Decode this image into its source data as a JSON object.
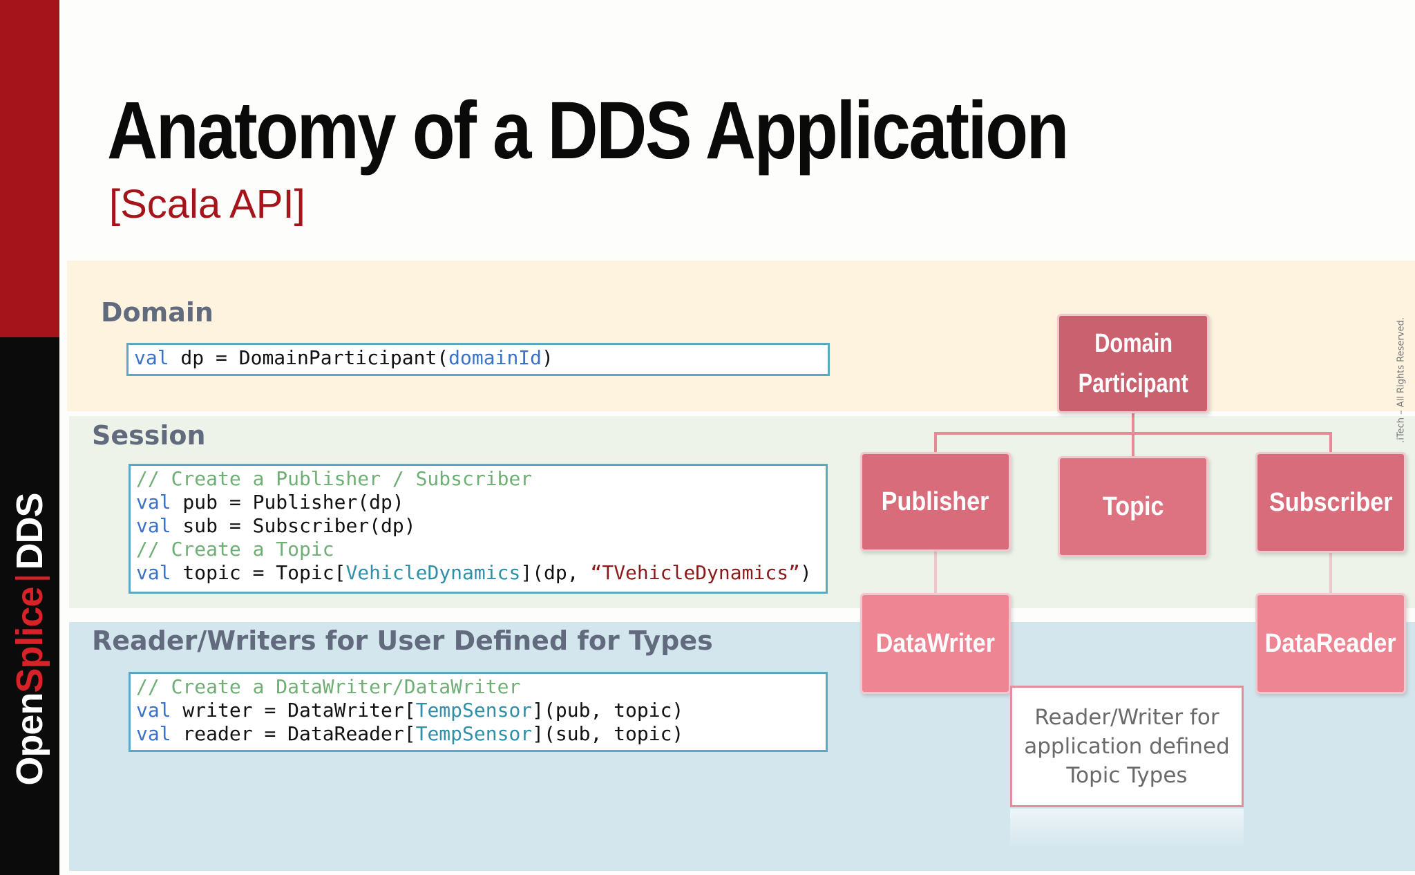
{
  "title": "Anatomy of a DDS Application",
  "subtitle": "[Scala API]",
  "brand": {
    "part1": "Open",
    "part2": "Splice",
    "separator": "|",
    "part3": "DDS"
  },
  "copyright": ".iTech – All Rights Reserved.",
  "colors": {
    "accent_red": "#a5131b",
    "domain_band": "#fdf3df",
    "session_band": "#edf3e8",
    "rw_band": "#d4e6ed",
    "code_border": "#5aa8c4",
    "keyword": "#3b72c6",
    "type": "#2f8fa8",
    "comment": "#6fae75",
    "string": "#8b1a1a"
  },
  "sections": {
    "domain": {
      "label": "Domain",
      "code": [
        [
          [
            "keyword",
            "val"
          ],
          [
            "plain",
            " dp = DomainParticipant("
          ],
          [
            "keyword",
            "domainId"
          ],
          [
            "plain",
            ")"
          ]
        ]
      ]
    },
    "session": {
      "label": "Session",
      "code": [
        [
          [
            "comment",
            "// Create a Publisher / Subscriber"
          ]
        ],
        [
          [
            "keyword",
            "val"
          ],
          [
            "plain",
            " pub = Publisher(dp)"
          ]
        ],
        [
          [
            "keyword",
            "val"
          ],
          [
            "plain",
            " sub = Subscriber(dp)"
          ]
        ],
        [
          [
            "comment",
            "// Create a Topic"
          ]
        ],
        [
          [
            "keyword",
            "val"
          ],
          [
            "plain",
            " topic = Topic["
          ],
          [
            "type",
            "VehicleDynamics"
          ],
          [
            "plain",
            "](dp, "
          ],
          [
            "string",
            "“TVehicleDynamics”"
          ],
          [
            "plain",
            ")"
          ]
        ]
      ]
    },
    "readers_writers": {
      "label": "Reader/Writers for User Defined for Types",
      "code": [
        [
          [
            "comment",
            "// Create a DataWriter/DataWriter"
          ]
        ],
        [
          [
            "keyword",
            "val"
          ],
          [
            "plain",
            " writer = DataWriter["
          ],
          [
            "type",
            "TempSensor"
          ],
          [
            "plain",
            "](pub, topic)"
          ]
        ],
        [
          [
            "keyword",
            "val"
          ],
          [
            "plain",
            " reader = DataReader["
          ],
          [
            "type",
            "TempSensor"
          ],
          [
            "plain",
            "](sub, topic)"
          ]
        ]
      ]
    }
  },
  "diagram": {
    "nodes": {
      "domain_participant": [
        "Domain",
        "Participant"
      ],
      "publisher": "Publisher",
      "topic": "Topic",
      "subscriber": "Subscriber",
      "data_writer": "DataWriter",
      "data_reader": "DataReader"
    },
    "note": [
      "Reader/Writer for",
      "application defined",
      "Topic Types"
    ]
  }
}
